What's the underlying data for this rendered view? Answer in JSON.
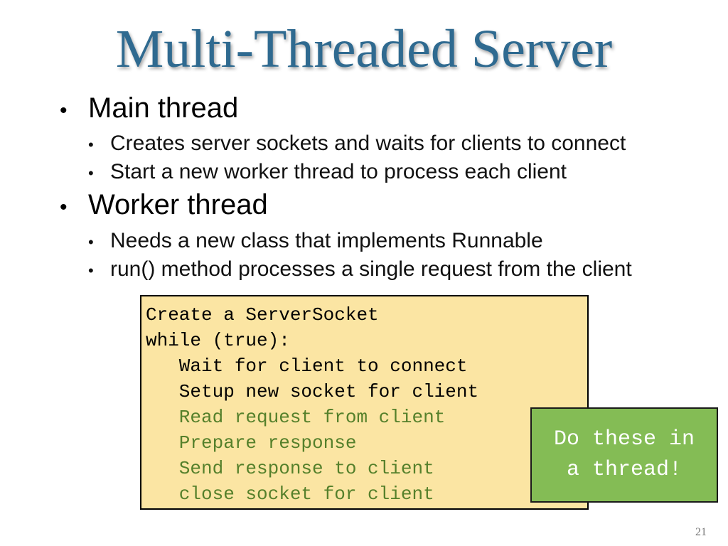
{
  "slide": {
    "title": "Multi-Threaded Server",
    "page_number": "21",
    "title_color": "#2f6a90"
  },
  "bullets": [
    {
      "text": "Main thread",
      "sub": [
        "Creates server sockets and waits for clients to connect",
        "Start a new worker thread to process each client"
      ]
    },
    {
      "text": "Worker thread",
      "sub": [
        "Needs a new class that implements Runnable",
        "run() method processes a single request from the client"
      ]
    }
  ],
  "bullet_glyph": "•",
  "code": {
    "background": "#fbe5a3",
    "lines": [
      "Create a ServerSocket",
      "while (true):",
      "   Wait for client to connect",
      "   Setup new socket for client",
      "   Read request from client",
      "   Prepare response",
      "   Send response to client",
      "   close socket for client"
    ],
    "highlight_color": "#55802b"
  },
  "callout": {
    "line1": "Do these in",
    "line2": "a thread!",
    "background": "#84bc55"
  }
}
